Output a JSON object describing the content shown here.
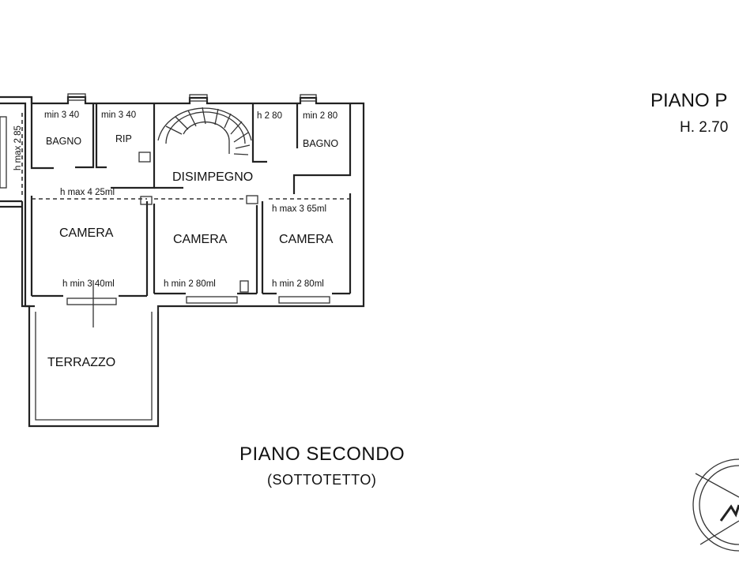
{
  "title": "PIANO SECONDO",
  "subtitle": "(SOTTOTETTO)",
  "right_title": "PIANO P",
  "right_subtitle": "H. 2.70",
  "rooms": {
    "bagno_left": "BAGNO",
    "rip": "RIP",
    "disimpegno": "DISIMPEGNO",
    "bagno_right": "BAGNO",
    "camera_left": "CAMERA",
    "camera_mid": "CAMERA",
    "camera_right": "CAMERA",
    "terrazzo": "TERRAZZO"
  },
  "heights": {
    "bagno_left": "min 3 40",
    "rip": "min 3 40",
    "h280_top": "h 2 80",
    "bagno_right": "min 2 80",
    "side_left": "h max 2 85",
    "max_left": "h max 4 25ml",
    "max_right": "h max 3 65ml",
    "min_left": "h min 3 40ml",
    "min_mid": "h min 2 80ml",
    "min_right": "h min 2 80ml"
  },
  "compass_icon": "north-arrow-icon"
}
